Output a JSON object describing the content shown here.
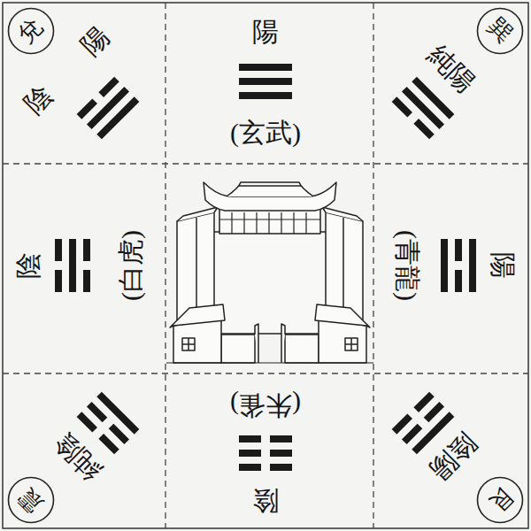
{
  "diagram": {
    "nodes": [
      {
        "text": [
          "陽",
          "陰"
        ]
      },
      {
        "text": [
          "兌"
        ],
        "in": 0
      },
      {
        "text": [
          "陽",
          "(玄武)"
        ]
      },
      {
        "text": [
          "純陽"
        ]
      },
      {
        "text": [
          "巽"
        ],
        "in": 3
      },
      {
        "text": [
          "陰",
          "(白虎)"
        ]
      },
      {
        "text": [
          "(青龍)",
          "陽"
        ]
      },
      {
        "text": [
          "純陰"
        ]
      },
      {
        "text": [
          "震"
        ],
        "in": 7
      },
      {
        "text": [
          "(朱雀)",
          "陰"
        ]
      },
      {
        "text": [
          "陰陽"
        ]
      },
      {
        "text": [
          "艮"
        ],
        "in": 10
      }
    ]
  }
}
